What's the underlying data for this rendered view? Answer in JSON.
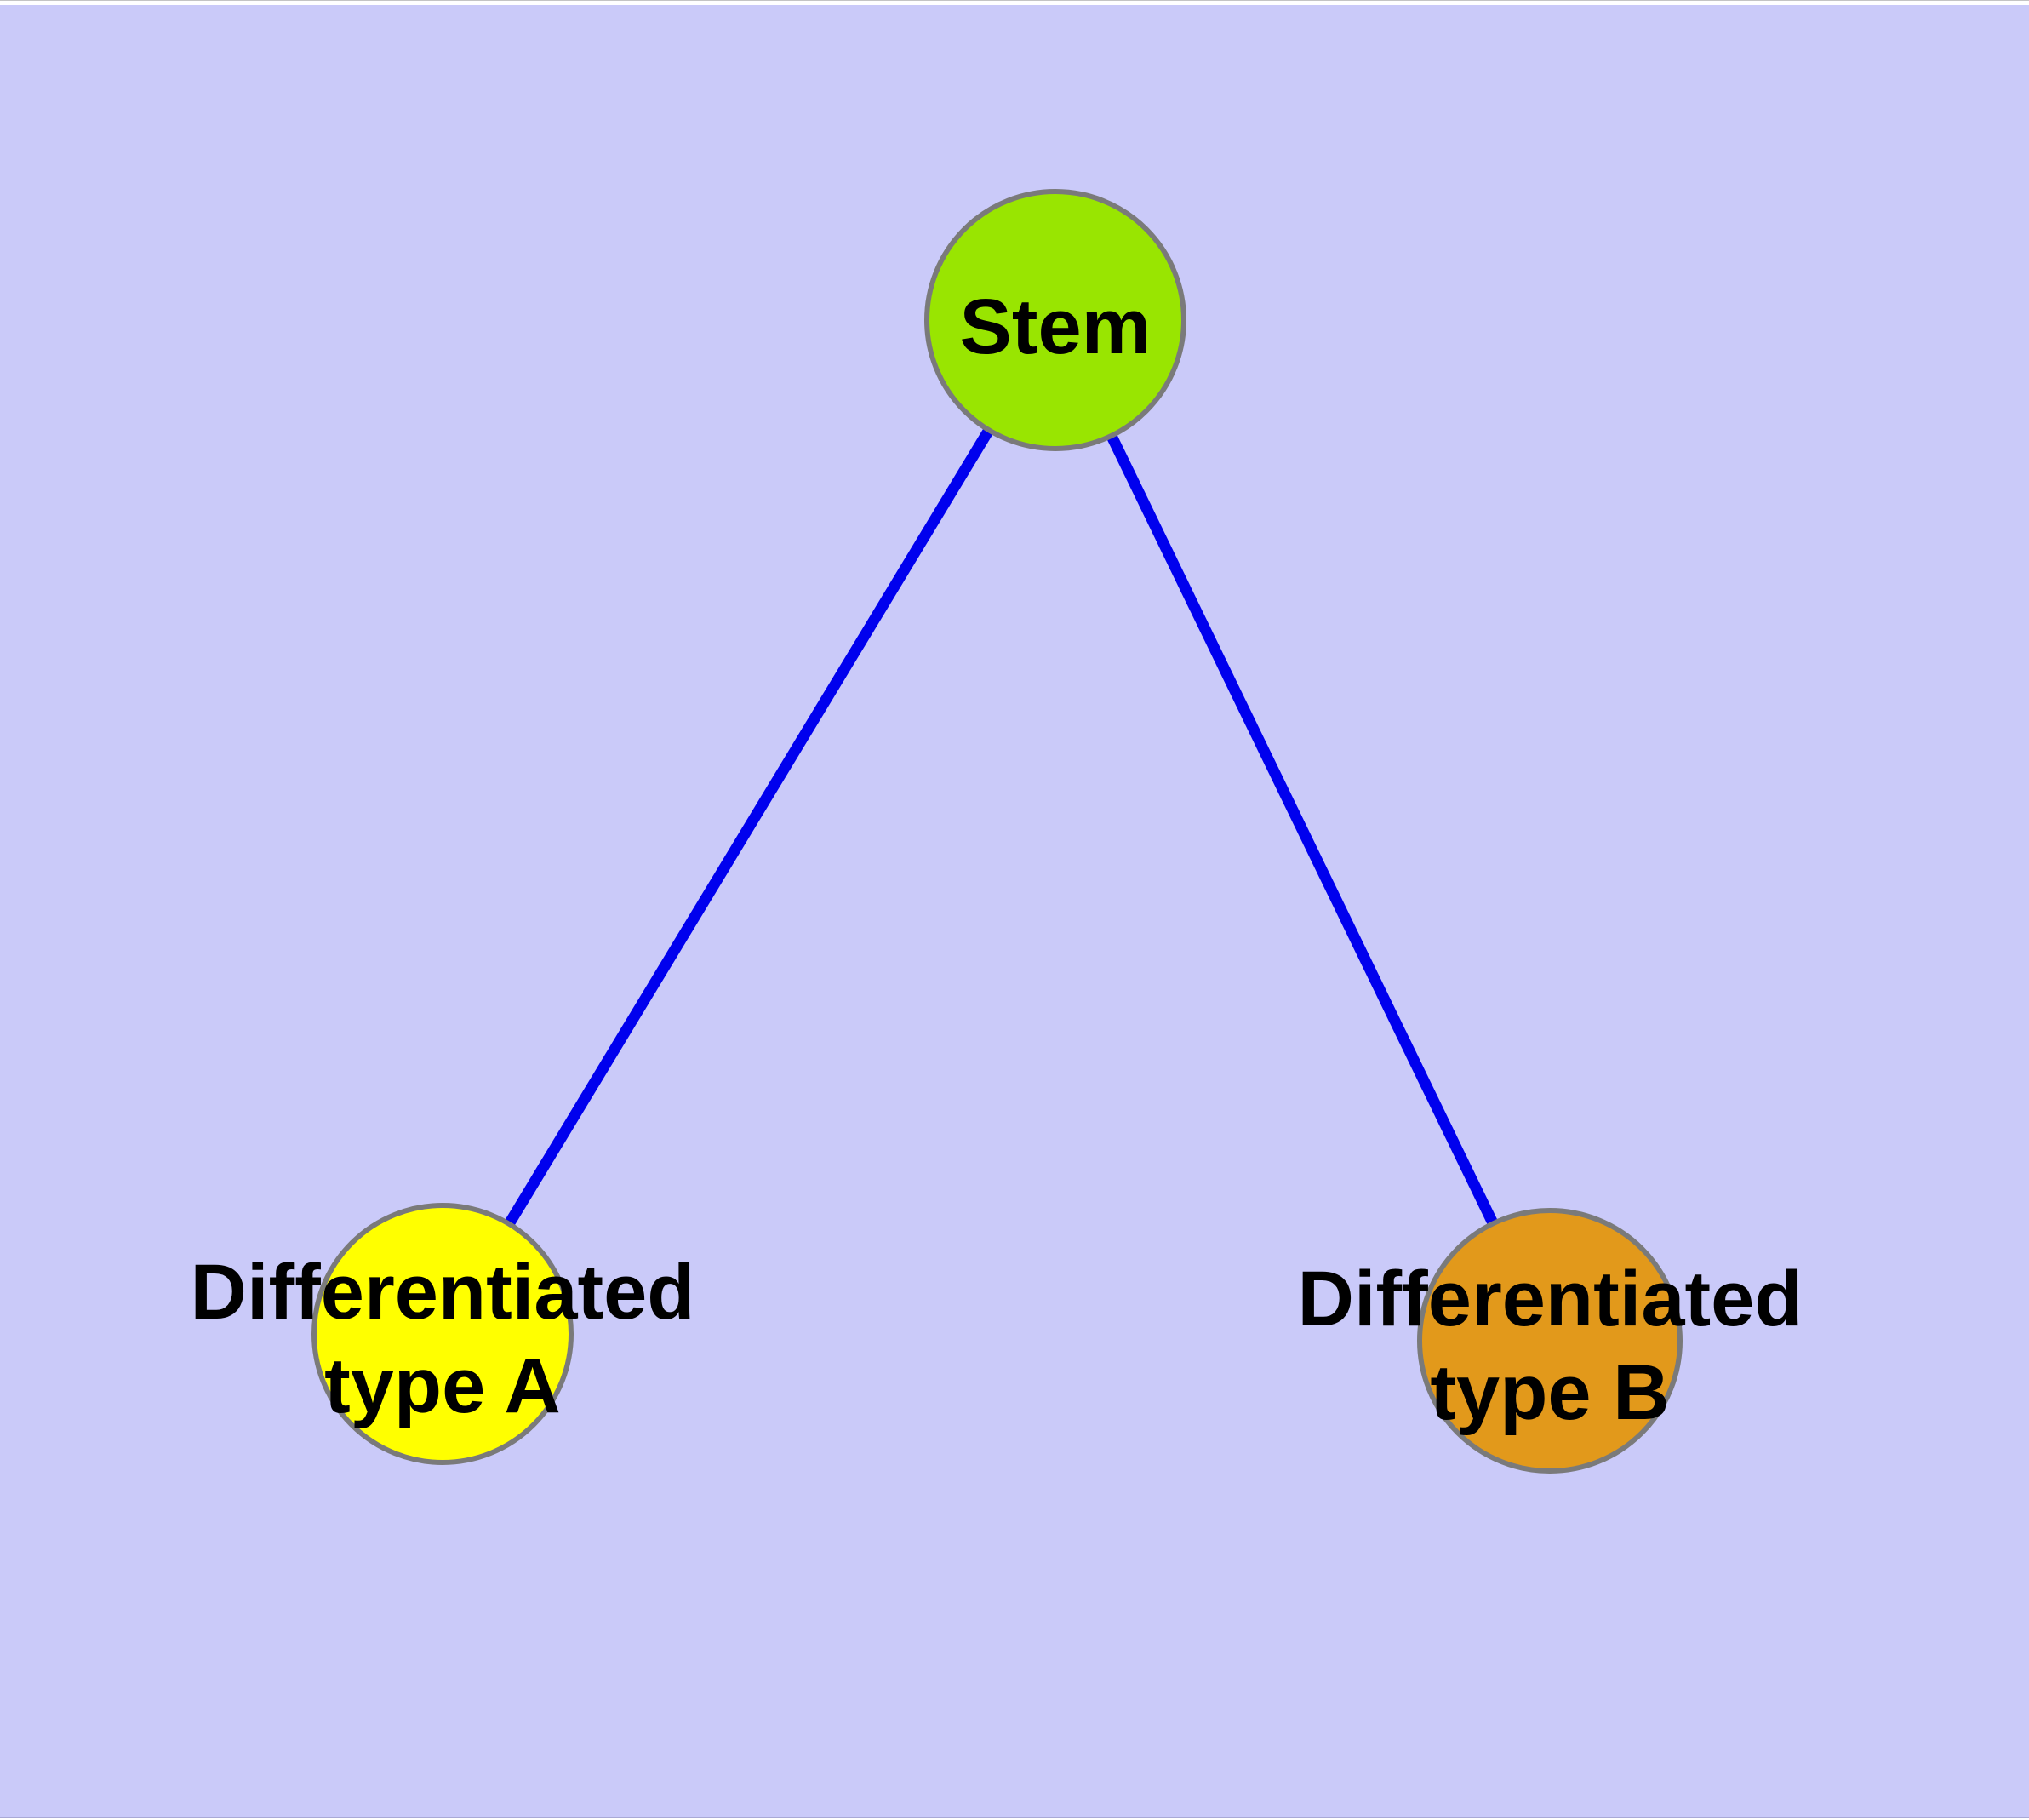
{
  "diagram": {
    "background_color": "#cacaf9",
    "edge_color": "#0000ee",
    "node_border_color": "#7a7a7a",
    "label_text_color": "#000000",
    "nodes": {
      "stem": {
        "label": "Stem",
        "fill": "#99e501"
      },
      "type_a": {
        "label_line1": "Differentiated",
        "label_line2": "type A",
        "fill": "#ffff00"
      },
      "type_b": {
        "label_line1": "Differentiated",
        "label_line2": "type B",
        "fill": "#e2991b"
      }
    },
    "edges": [
      {
        "from": "Stem",
        "to": "Differentiated type A"
      },
      {
        "from": "Stem",
        "to": "Differentiated type B"
      }
    ]
  }
}
